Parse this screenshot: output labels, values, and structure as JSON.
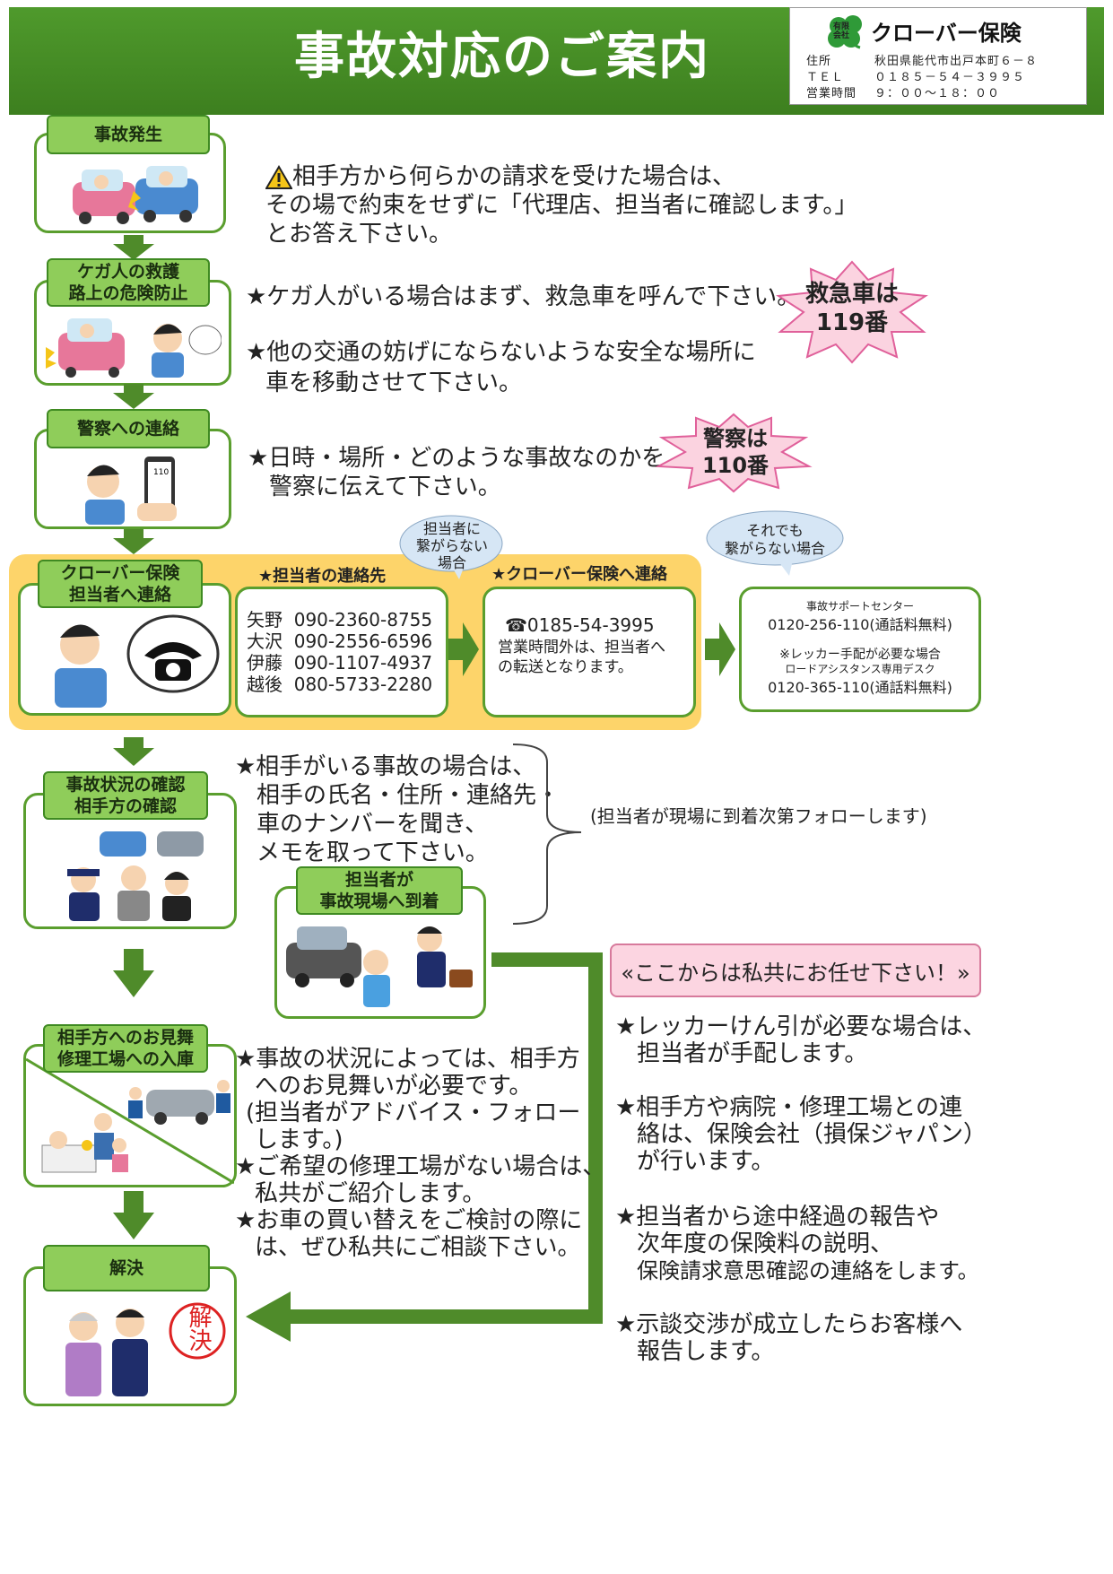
{
  "header": {
    "title": "事故対応のご案内",
    "company_prefix": "有限会社",
    "company_name": "クローバー保険",
    "address_label": "住所",
    "address": "秋田県能代市出戸本町６－８",
    "tel_label": "ＴＥＬ",
    "tel": "０１８５－５４－３９９５",
    "hours_label": "営業時間",
    "hours": "９：００～１８：００"
  },
  "steps": {
    "s1": "事故発生",
    "s2": [
      "ケガ人の救護",
      "路上の危険防止"
    ],
    "s3": "警察への連絡",
    "s4": [
      "クローバー保険",
      "担当者へ連絡"
    ],
    "s5": [
      "事故状況の確認",
      "相手方の確認"
    ],
    "s5b": [
      "担当者が",
      "事故現場へ到着"
    ],
    "s6": [
      "相手方へのお見舞",
      "修理工場への入庫"
    ],
    "s7": "解決"
  },
  "notes": {
    "n1": [
      "相手方から何らかの請求を受けた場合は、",
      "その場で約束をせずに「代理店、担当者に確認します。」",
      "とお答え下さい。"
    ],
    "n2a": "★ケガ人がいる場合はまず、救急車を呼んで下さい。",
    "n2b": [
      "★他の交通の妨げにならないような安全な場所に",
      "車を移動させて下さい。"
    ],
    "n3": [
      "★日時・場所・どのような事故なのかを",
      "警察に伝えて下さい。"
    ],
    "n5": [
      "★相手がいる事故の場合は、",
      "相手の氏名・住所・連絡先・",
      "車のナンバーを聞き、",
      "メモを取って下さい。"
    ],
    "n5_follow": "(担当者が現場に到着次第フォローします)",
    "n6": [
      "★事故の状況によっては、相手方",
      "へのお見舞いが必要です。",
      "(担当者がアドバイス・フォロー",
      "します。)",
      "★ご希望の修理工場がない場合は、",
      "私共がご紹介します。",
      "★お車の買い替えをご検討の際に",
      "は、ぜひ私共にご相談下さい。"
    ]
  },
  "bursts": {
    "ambulance": [
      "救急車は",
      "119番"
    ],
    "police": [
      "警察は",
      "110番"
    ]
  },
  "contact": {
    "staff_heading": "★担当者の連絡先",
    "staff": [
      {
        "name": "矢野",
        "phone": "090-2360-8755"
      },
      {
        "name": "大沢",
        "phone": "090-2556-6596"
      },
      {
        "name": "伊藤",
        "phone": "090-1107-4937"
      },
      {
        "name": "越後",
        "phone": "080-5733-2280"
      }
    ],
    "bubble1": [
      "担当者に",
      "繋がらない",
      "場合"
    ],
    "office_heading": "★クローバー保険へ連絡",
    "office_phone": "0185-54-3995",
    "office_note": [
      "営業時間外は、担当者へ",
      "の転送となります。"
    ],
    "bubble2": [
      "それでも",
      "繋がらない場合"
    ],
    "support_title": "事故サポートセンター",
    "support_phone": "0120-256-110(通話料無料)",
    "tow_note": "※レッカー手配が必要な場合",
    "roadside_title": "ロードアシスタンス専用デスク",
    "roadside_phone": "0120-365-110(通話料無料)"
  },
  "leave_to_us": {
    "banner": "«ここからは私共にお任せ下さい！»",
    "items": [
      [
        "★レッカーけん引が必要な場合は、",
        "担当者が手配します。"
      ],
      [
        "★相手方や病院・修理工場との連",
        "絡は、保険会社（損保ジャパン）",
        "が行います。"
      ],
      [
        "★担当者から途中経過の報告や",
        "次年度の保険料の説明、",
        "保険請求意思確認の連絡をします。"
      ],
      [
        "★示談交渉が成立したらお客様へ",
        "報告します。"
      ]
    ]
  },
  "stamp": "解決",
  "colors": {
    "green": "#5a9e2e",
    "light_green": "#8fcd5a",
    "yellow_panel": "#fdd46a",
    "pink_burst": "#fbd3e0",
    "pink_banner": "#fcd5e1",
    "bubble": "#d6e6f5"
  }
}
